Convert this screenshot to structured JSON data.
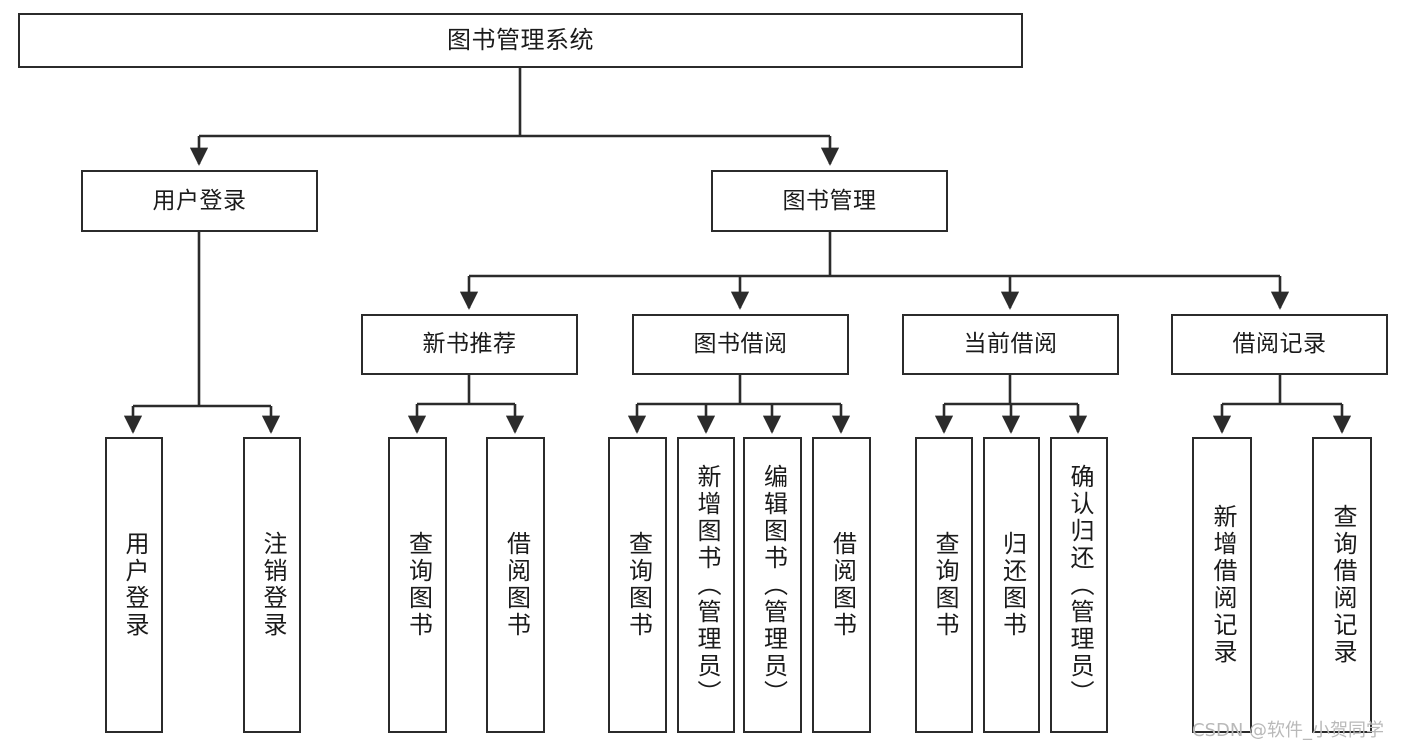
{
  "diagram": {
    "title": "图书管理系统",
    "type": "tree-hierarchy",
    "watermark": "CSDN @软件_小贺同学",
    "colors": {
      "stroke": "#2b2b2b",
      "fill": "#ffffff",
      "text": "#1b1b1b",
      "watermark": "#b9b9b9"
    },
    "levels": {
      "level1": [
        {
          "id": "root",
          "label": "图书管理系统"
        }
      ],
      "level2": [
        {
          "id": "user-login",
          "label": "用户登录",
          "parent": "root"
        },
        {
          "id": "book-manage",
          "label": "图书管理",
          "parent": "root"
        }
      ],
      "level3": [
        {
          "id": "new-book-rec",
          "label": "新书推荐",
          "parent": "book-manage"
        },
        {
          "id": "book-borrow",
          "label": "图书借阅",
          "parent": "book-manage"
        },
        {
          "id": "current-borrow",
          "label": "当前借阅",
          "parent": "book-manage"
        },
        {
          "id": "borrow-record",
          "label": "借阅记录",
          "parent": "book-manage"
        }
      ],
      "leaves": [
        {
          "id": "leaf-user-login",
          "label": "用户登录",
          "parent": "user-login"
        },
        {
          "id": "leaf-logout-login",
          "label": "注销登录",
          "parent": "user-login"
        },
        {
          "id": "leaf-query-book-1",
          "label": "查询图书",
          "parent": "new-book-rec"
        },
        {
          "id": "leaf-borrow-book-1",
          "label": "借阅图书",
          "parent": "new-book-rec"
        },
        {
          "id": "leaf-query-book-2",
          "label": "查询图书",
          "parent": "book-borrow"
        },
        {
          "id": "leaf-add-book",
          "label": "新增图书（管理员）",
          "parent": "book-borrow"
        },
        {
          "id": "leaf-edit-book",
          "label": "编辑图书（管理员）",
          "parent": "book-borrow"
        },
        {
          "id": "leaf-borrow-book-2",
          "label": "借阅图书",
          "parent": "book-borrow"
        },
        {
          "id": "leaf-query-book-3",
          "label": "查询图书",
          "parent": "current-borrow"
        },
        {
          "id": "leaf-return-book",
          "label": "归还图书",
          "parent": "current-borrow"
        },
        {
          "id": "leaf-confirm-return",
          "label": "确认归还（管理员）",
          "parent": "current-borrow"
        },
        {
          "id": "leaf-add-record",
          "label": "新增借阅记录",
          "parent": "borrow-record"
        },
        {
          "id": "leaf-query-record",
          "label": "查询借阅记录",
          "parent": "borrow-record"
        }
      ]
    }
  }
}
